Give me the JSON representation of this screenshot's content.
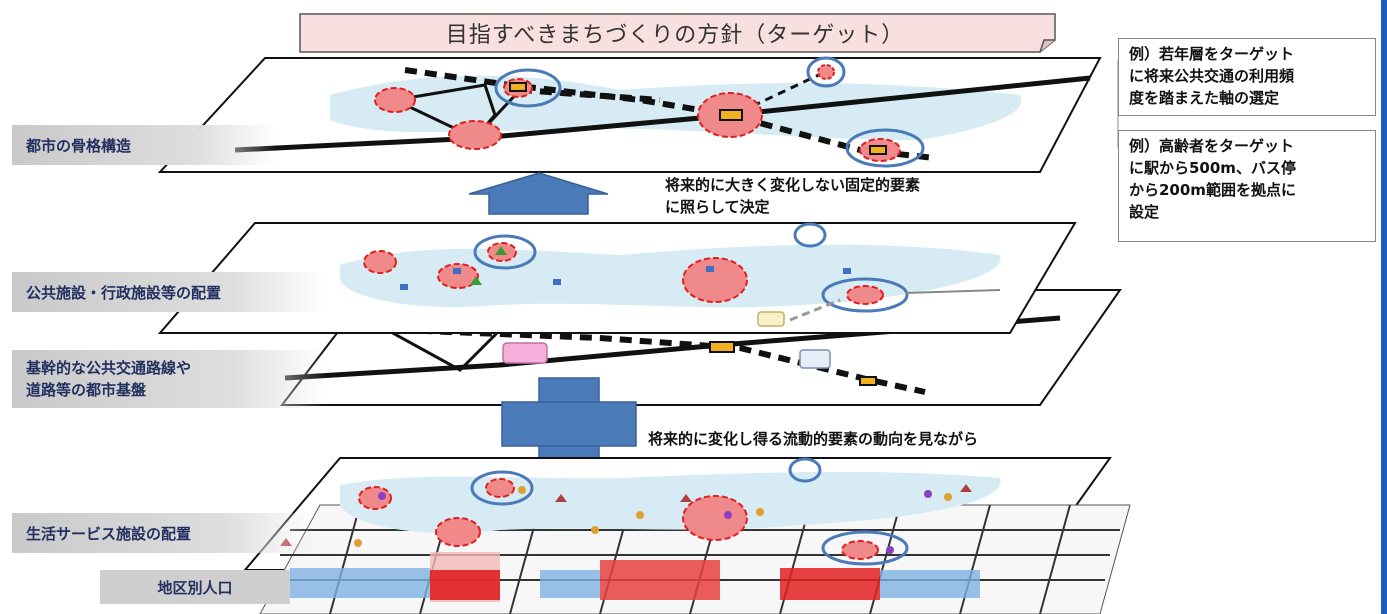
{
  "title": "目指すべきまちづくりの方針（ターゲット）",
  "layers": {
    "skeleton": "都市の骨格構造",
    "public_facilities": "公共施設・行政施設等の配置",
    "transport_line1": "基幹的な公共交通路線や",
    "transport_line2": "道路等の都市基盤",
    "services": "生活サービス施設の配置",
    "population": "地区別人口"
  },
  "arrows": {
    "up_note_line1": "将来的に大きく変化しない固定的要素",
    "up_note_line2": "に照らして決定",
    "plus_note": "将来的に変化し得る流動的要素の動向を見ながら"
  },
  "examples": {
    "young_line1": "例）若年層をターゲット",
    "young_line2": "に将来公共交通の利用頻",
    "young_line3": "度を踏まえた軸の選定",
    "elderly_line1": "例）高齢者をターゲット",
    "elderly_line2": "に駅から500m、バス停",
    "elderly_line3": "から200m範囲を拠点に",
    "elderly_line4": "設定"
  },
  "colors": {
    "plane_fill": "#ffffff",
    "area_fill": "#d6ebf4",
    "hub_fill": "#f08a8a",
    "hub_stroke": "#e02020",
    "arrow_fill": "#4a7ab8",
    "railway": "#111111",
    "line_bar_right": "#1b5fbf"
  }
}
